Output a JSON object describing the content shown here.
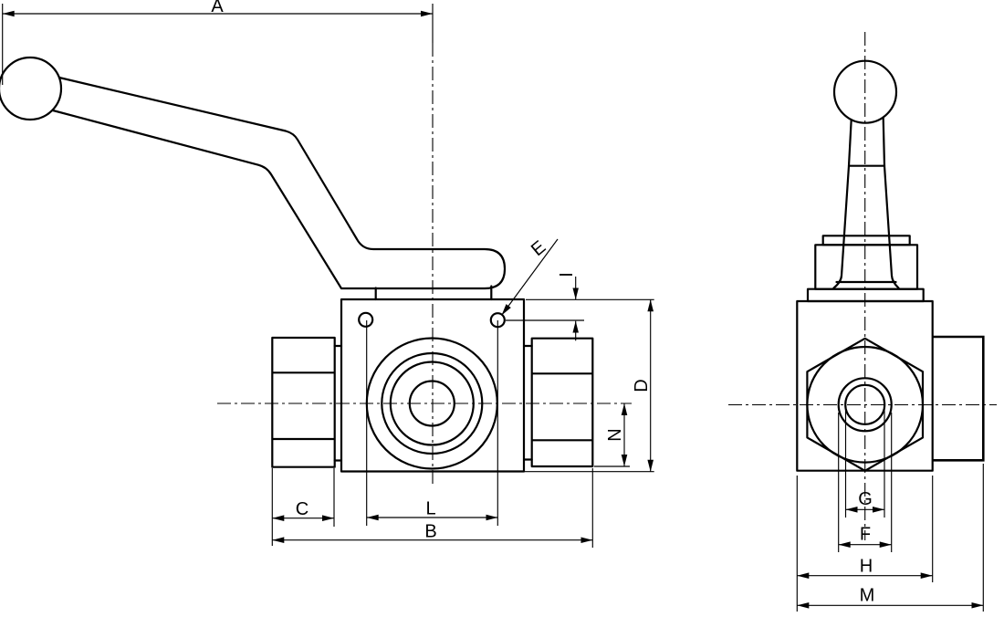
{
  "drawing": {
    "type": "technical-orthographic-drawing",
    "subject": "ball valve with lever handle",
    "background_color": "#ffffff",
    "line_color": "#000000",
    "views": [
      {
        "name": "side view",
        "dimension_labels": [
          "A",
          "B",
          "C",
          "D",
          "E",
          "I",
          "L",
          "N"
        ]
      },
      {
        "name": "front view",
        "dimension_labels": [
          "F",
          "G",
          "H",
          "M"
        ]
      }
    ]
  },
  "labels": {
    "A": "A",
    "B": "B",
    "C": "C",
    "D": "D",
    "E": "E",
    "F": "F",
    "G": "G",
    "H": "H",
    "I": "I",
    "L": "L",
    "M": "M",
    "N": "N"
  }
}
